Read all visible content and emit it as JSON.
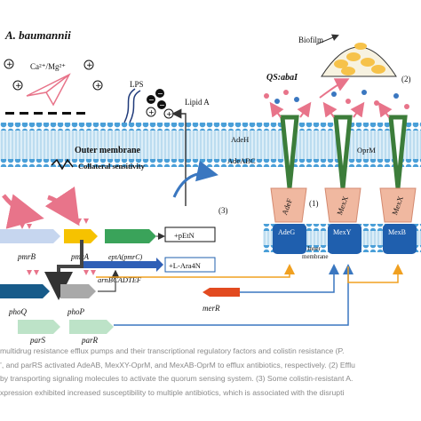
{
  "figure": {
    "title": "A. baumannii",
    "ions": "Ca²⁺/Mg²⁺",
    "labels": {
      "lps": "LPS",
      "lipid_a": "Lipid A",
      "biofilm": "Biofilm",
      "qs": "QS:abaI",
      "outer_membrane": "Outer membrane",
      "collateral": "Collateral sensitivity",
      "adeh": "AdeH",
      "adeabc": "AdeABC",
      "oprm": "OprM",
      "adef": "AdeF",
      "mexx_1": "MexX",
      "mexx_2": "MexX",
      "adeg": "AdeG",
      "mexy": "MexY",
      "mexb": "MexB",
      "inner_membrane_1": "Inner",
      "inner_membrane_2": "membrane",
      "pmrb": "pmrB",
      "pmra": "pmrA",
      "epta": "eptA(pmrC)",
      "petn": "+pEtN",
      "lara4n": "+L-Ara4N",
      "arn": "arnBCADTEF",
      "phoq": "phoQ",
      "phop": "phoP",
      "merr": "merR",
      "pars": "parS",
      "parr": "parR",
      "num1": "(1)",
      "num2": "(2)",
      "num3": "(3)"
    }
  },
  "caption": {
    "line1": "multidrug resistance efflux pumps and their transcriptional regulatory factors and colistin resistance (P.",
    "line2": "’, and parRS activated AdeAB, MexXY-OprM, and MexAB-OprM to efflux antibiotics, respectively. (2) Efflu",
    "line3": "by transporting signaling molecules to activate the quorum sensing system. (3) Some colistin-resistant A.",
    "line4": "xpression exhibited increased susceptibility to multiple antibiotics, which is associated with the disrupti"
  },
  "colors": {
    "membrane_head": "#4a9fd8",
    "membrane_tail": "#b9dcf0",
    "pump_green": "#3c7d3a",
    "pump_pink": "#f0b8a0",
    "pump_blue": "#1f5fae",
    "arrow_pink": "#e8748a",
    "biofilm_yellow": "#f6c24a"
  }
}
